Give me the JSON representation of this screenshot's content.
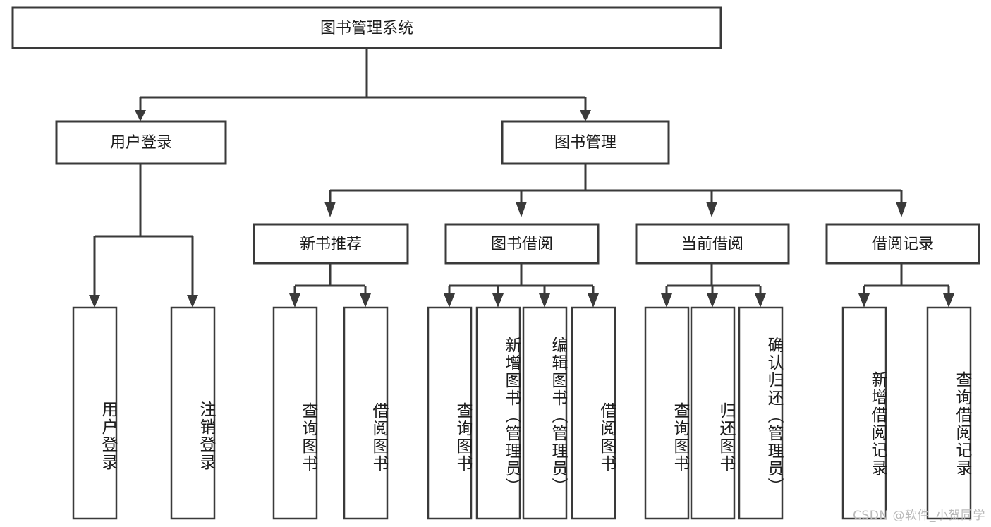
{
  "diagram": {
    "title": "图书管理系统",
    "type": "functional-structure-tree",
    "orientation": "top-down",
    "stroke_color": "#3a3a3a",
    "fill_color": "#ffffff",
    "text_color": "#1c1c1c"
  },
  "root": {
    "label": "图书管理系统"
  },
  "level1": [
    {
      "id": "user-login",
      "label": "用户登录"
    },
    {
      "id": "book-management",
      "label": "图书管理"
    }
  ],
  "level2": [
    {
      "id": "new-book-recommend",
      "label": "新书推荐",
      "parent": "book-management"
    },
    {
      "id": "book-borrow",
      "label": "图书借阅",
      "parent": "book-management"
    },
    {
      "id": "current-borrow",
      "label": "当前借阅",
      "parent": "book-management"
    },
    {
      "id": "borrow-record",
      "label": "借阅记录",
      "parent": "book-management"
    }
  ],
  "leaves": {
    "user-login": [
      {
        "id": "leaf-user-login",
        "label": "用户登录"
      },
      {
        "id": "leaf-logout-login",
        "label": "注销登录"
      }
    ],
    "new-book-recommend": [
      {
        "id": "leaf-query-book-1",
        "label": "查询图书"
      },
      {
        "id": "leaf-borrow-book-1",
        "label": "借阅图书"
      }
    ],
    "book-borrow": [
      {
        "id": "leaf-query-book-2",
        "label": "查询图书"
      },
      {
        "id": "leaf-add-book",
        "label": "新增图书（管理员）"
      },
      {
        "id": "leaf-edit-book",
        "label": "编辑图书（管理员）"
      },
      {
        "id": "leaf-borrow-book-2",
        "label": "借阅图书"
      }
    ],
    "current-borrow": [
      {
        "id": "leaf-query-book-3",
        "label": "查询图书"
      },
      {
        "id": "leaf-return-book",
        "label": "归还图书"
      },
      {
        "id": "leaf-confirm-return",
        "label": "确认归还（管理员）"
      }
    ],
    "borrow-record": [
      {
        "id": "leaf-add-record",
        "label": "新增借阅记录"
      },
      {
        "id": "leaf-query-record",
        "label": "查询借阅记录"
      }
    ]
  },
  "watermark": {
    "text": "CSDN @软件_小贺同学"
  }
}
